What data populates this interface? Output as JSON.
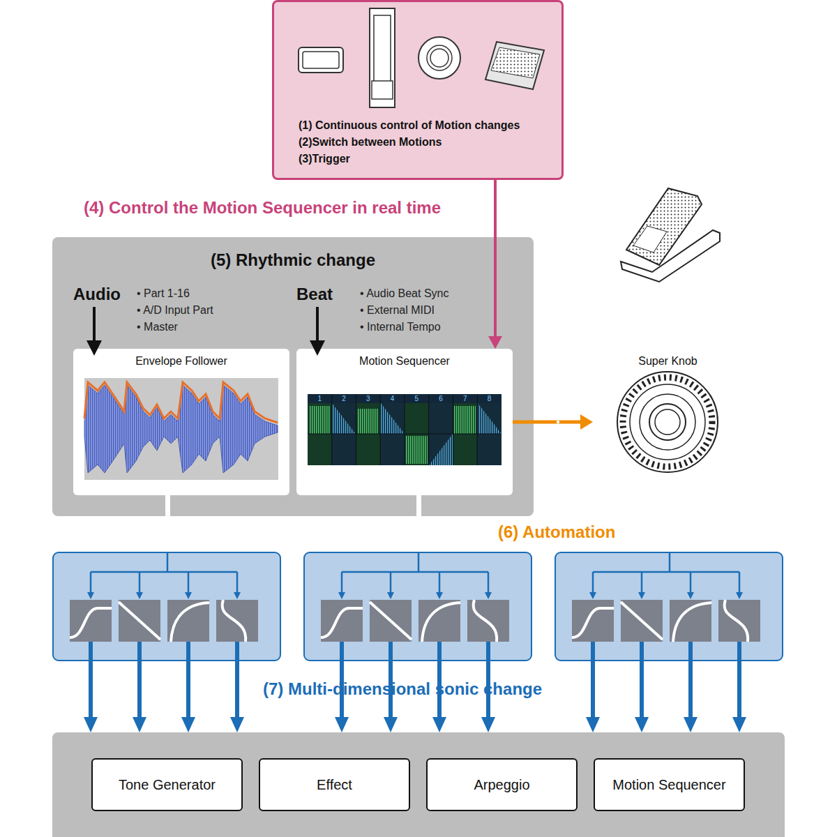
{
  "diagram": {
    "nodes": [
      {
        "text": [
          "(1) Continuous control of Motion changes",
          "(2)Switch between Motions",
          "(3)Trigger"
        ]
      },
      {
        "text": [
          "(5) Rhythmic change"
        ]
      },
      {
        "text": [
          "Envelope Follower"
        ],
        "in": 1
      },
      {
        "text": [
          "Motion Sequencer"
        ],
        "in": 1
      },
      {
        "text": [
          "Super Knob"
        ]
      },
      {
        "text": [
          "Tone Generator"
        ]
      },
      {
        "text": [
          "Effect"
        ]
      },
      {
        "text": [
          "Arpeggio"
        ]
      },
      {
        "text": [
          "Motion Sequencer"
        ]
      }
    ],
    "edges": [
      {
        "from": 0,
        "to": 3,
        "label": "(4) Control the Motion Sequencer in real time",
        "arrow": "to"
      },
      {
        "from": 3,
        "to": 4,
        "arrow": "to"
      }
    ],
    "labels": [
      "Audio",
      "• Part 1-16",
      "• A/D Input Part",
      "• Master",
      "Beat",
      "• Audio Beat Sync",
      "• External MIDI",
      "• Internal Tempo",
      "1",
      "2",
      "3",
      "4",
      "5",
      "6",
      "7",
      "8",
      "(6) Automation",
      "(7) Multi-dimensional sonic change"
    ]
  }
}
